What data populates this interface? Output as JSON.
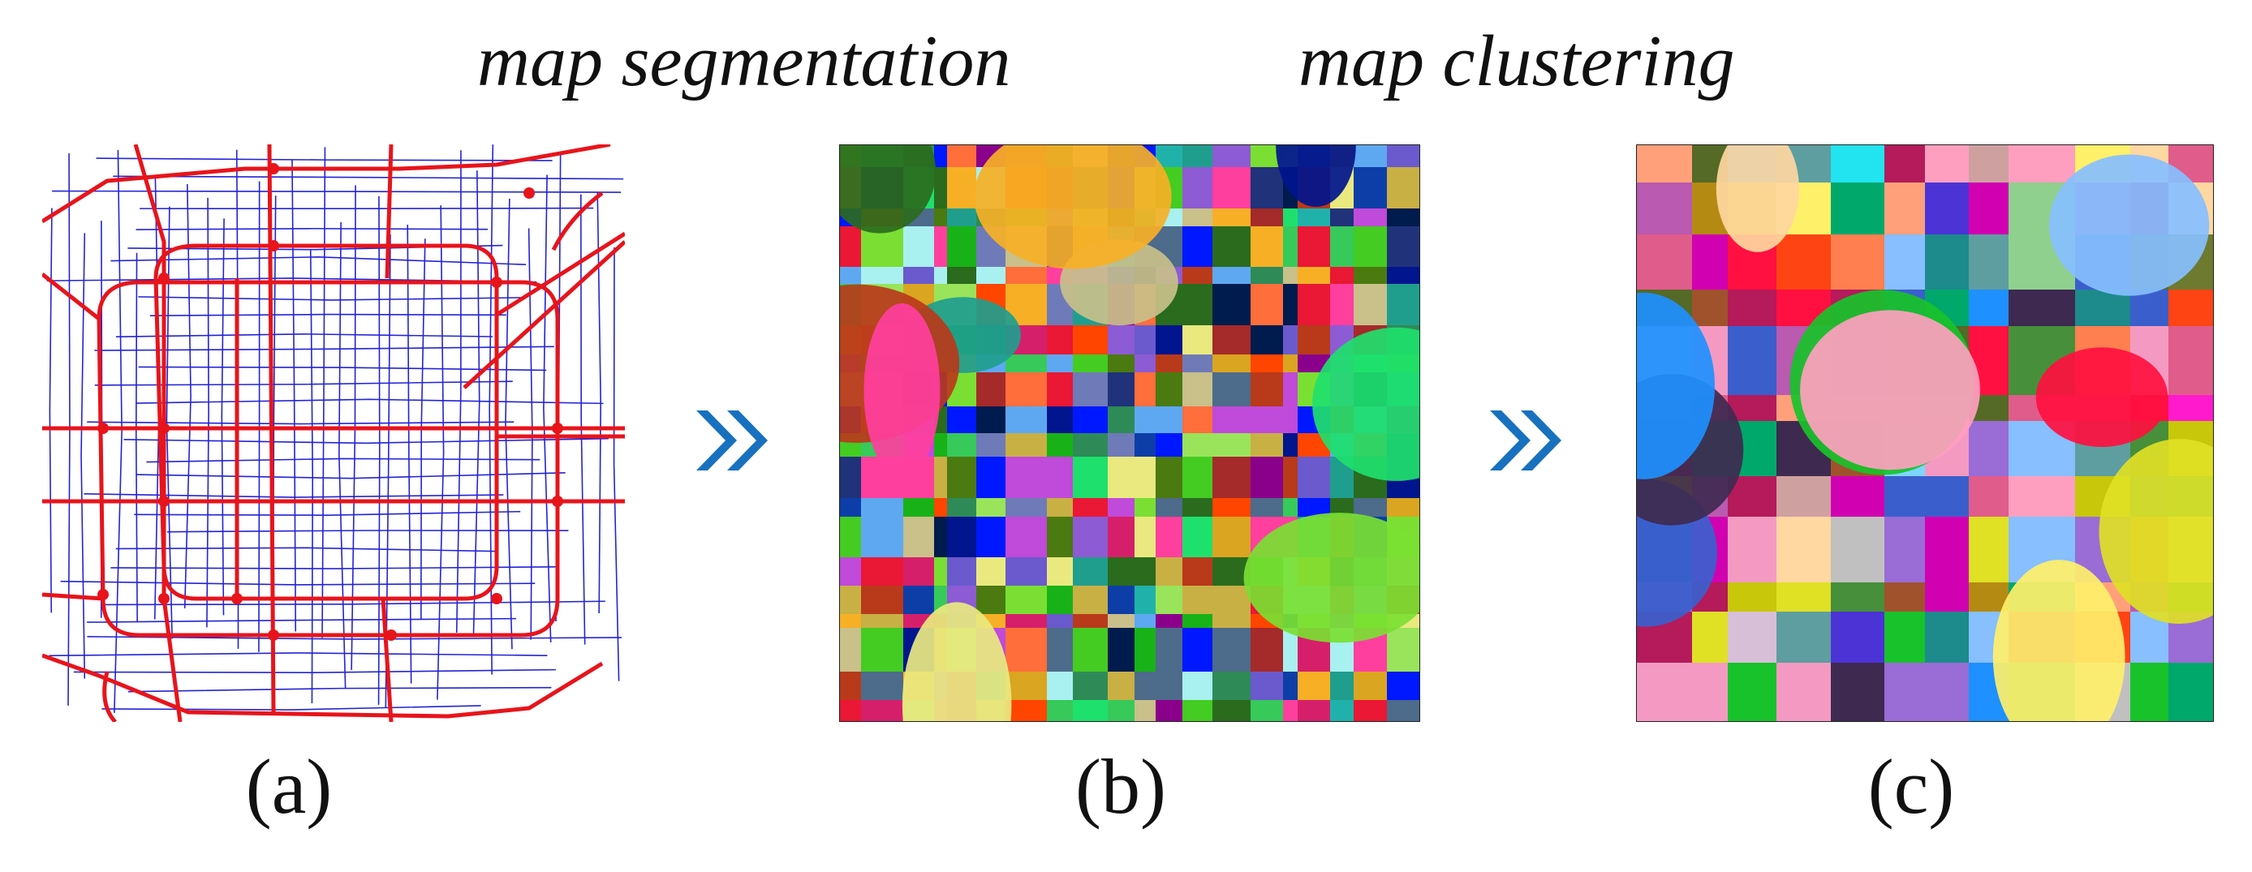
{
  "headers": {
    "segmentation": "map segmentation",
    "clustering": "map clustering"
  },
  "captions": {
    "a": "(a)",
    "b": "(b)",
    "c": "(c)"
  },
  "arrow_icon": "double-chevron-right-icon",
  "colors": {
    "major_road": "#e8141b",
    "minor_road": "#2323d6",
    "arrow": "#1771bf",
    "text": "#111111"
  },
  "segment_palette": [
    "#4a7a10",
    "#2a6b1d",
    "#b83a1a",
    "#ff6e3b",
    "#f7b026",
    "#37c95a",
    "#1ee06c",
    "#8d5bd3",
    "#5ea8f2",
    "#1f9e8e",
    "#d61f6a",
    "#c04ad9",
    "#7adf32",
    "#0d3ea8",
    "#4d6b8a",
    "#ff3f9e",
    "#99e45a",
    "#20327a",
    "#6f7ab8",
    "#c9c08a",
    "#ea1735",
    "#44cc22",
    "#a9f0f0",
    "#00158e",
    "#001b4d",
    "#0018ff",
    "#c8b045",
    "#a52a2a",
    "#18b218",
    "#8b008b",
    "#e9e980",
    "#6a5acd",
    "#2e8b57",
    "#ff4500",
    "#20b2aa",
    "#daa520"
  ],
  "cluster_palette": [
    "#18c22a",
    "#b58a13",
    "#ff4414",
    "#c8c70a",
    "#546a26",
    "#1d8a8c",
    "#b51a5a",
    "#ff1040",
    "#e0e025",
    "#478f3a",
    "#ffa07a",
    "#ff9fbf",
    "#22e3f0",
    "#4b33d6",
    "#1e90ff",
    "#87bfff",
    "#7dd6ff",
    "#9a6cd6",
    "#ff1acd",
    "#d100b0",
    "#ba5ab0",
    "#cfa0a0",
    "#fff06a",
    "#8fd08f",
    "#e05c8a",
    "#3e2a50",
    "#6d7a30",
    "#ffd7a0",
    "#00a86b",
    "#f49ac2",
    "#3a5fcd",
    "#a0522d",
    "#d8bfd8",
    "#5f9ea0",
    "#c0c0c0",
    "#ff7f50"
  ]
}
